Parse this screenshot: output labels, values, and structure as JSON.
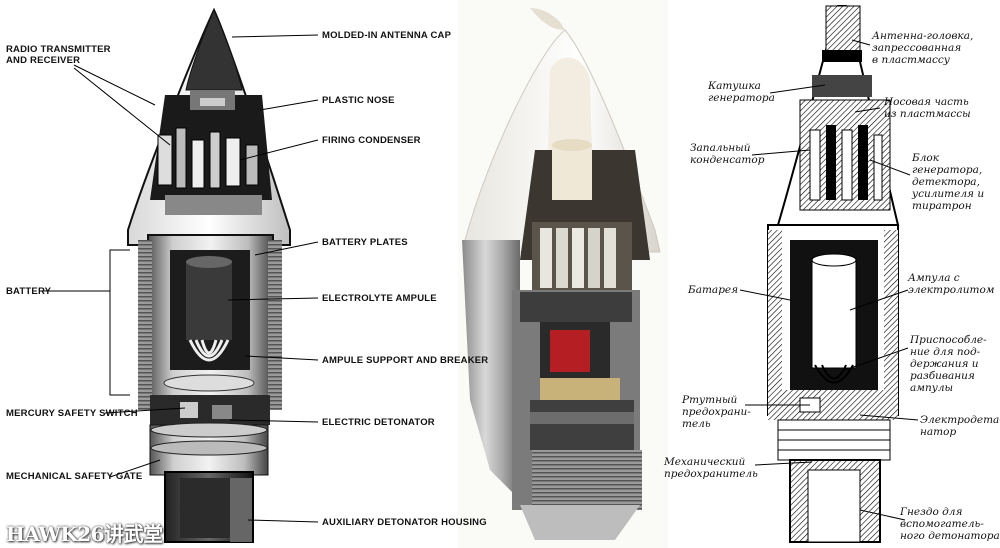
{
  "english_labels": {
    "radio": "RADIO TRANSMITTER\nAND RECEIVER",
    "antenna_cap": "MOLDED-IN ANTENNA CAP",
    "plastic_nose": "PLASTIC NOSE",
    "firing_condenser": "FIRING CONDENSER",
    "battery_plates": "BATTERY PLATES",
    "battery": "BATTERY",
    "electrolyte_ampule": "ELECTROLYTE AMPULE",
    "ampule_support": "AMPULE SUPPORT AND BREAKER",
    "mercury_switch": "MERCURY SAFETY SWITCH",
    "electric_detonator": "ELECTRIC DETONATOR",
    "mechanical_gate": "MECHANICAL SAFETY GATE",
    "aux_housing": "AUXILIARY DETONATOR HOUSING"
  },
  "russian_labels": {
    "antenna": "Антенна-головка,\nзапрессованная\nв пластмассу",
    "coil": "Катушка\nгенератора",
    "nose": "Носовая часть\nиз пластмассы",
    "condenser": "Запальный\nконденсатор",
    "block": "Блок\nгенератора,\nдетектора,\nусилителя и\nтиратрон",
    "battery": "Батарея",
    "ampule": "Ампула с\nэлектролитом",
    "device": "Приспособле-\nние для под-\nдержания и\nразбивания\nампулы",
    "mercury": "Ртутный\nпредохрани-\nтель",
    "detonator": "Электродета-\nнатор",
    "mechanical": "Механический\nпредохранитель",
    "socket": "Гнездо для\nвспомогатель-\nного детонатора"
  },
  "watermark": "HAWK26讲武堂"
}
